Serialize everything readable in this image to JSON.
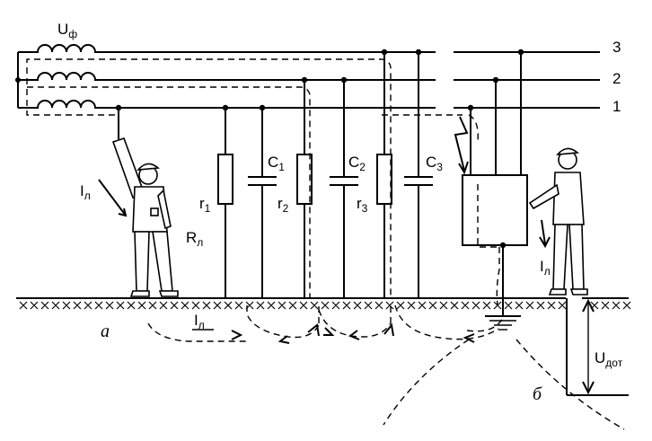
{
  "labels": {
    "source_voltage": "U",
    "source_voltage_sub": "ф",
    "phase_3": "3",
    "phase_2": "2",
    "phase_1": "1",
    "current_person_left": "I",
    "current_person_left_sub": "л",
    "body_resistance": "R",
    "body_resistance_sub": "л",
    "r1": "r",
    "r1_sub": "1",
    "r2": "r",
    "r2_sub": "2",
    "r3": "r",
    "r3_sub": "3",
    "c1": "C",
    "c1_sub": "1",
    "c2": "C",
    "c2_sub": "2",
    "c3": "C",
    "c3_sub": "3",
    "current_ground": "I",
    "current_ground_sub": "л",
    "current_person_right": "I",
    "current_person_right_sub": "л",
    "touch_voltage": "U",
    "touch_voltage_sub": "дот",
    "case_a": "а",
    "case_b": "б"
  },
  "colors": {
    "ink": "#000000",
    "background": "#ffffff"
  }
}
